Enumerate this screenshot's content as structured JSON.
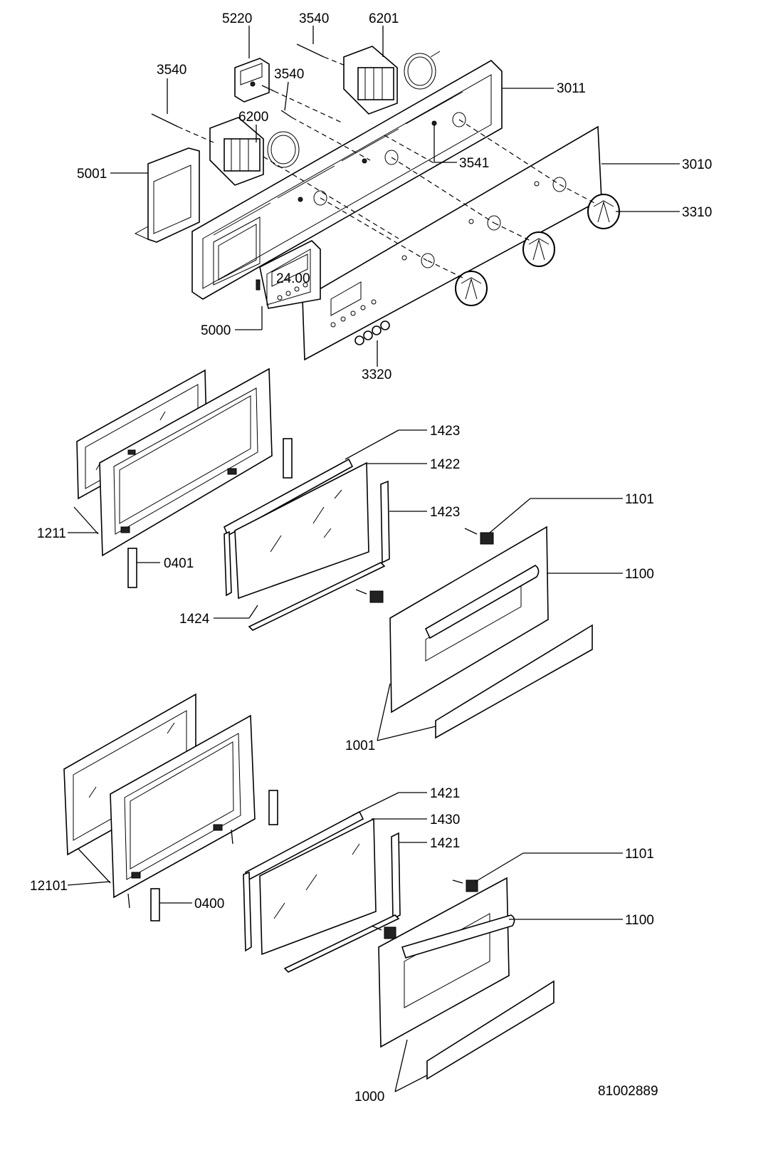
{
  "labels": {
    "p5220": "5220",
    "p3540_top": "3540",
    "p6201": "6201",
    "p3540_left": "3540",
    "p3540_mid": "3540",
    "p3011": "3011",
    "p6200": "6200",
    "p5001": "5001",
    "p3541": "3541",
    "p3010": "3010",
    "p3310": "3310",
    "p5000": "5000",
    "p3320": "3320",
    "p1423_top": "1423",
    "p1422": "1422",
    "p1423_mid": "1423",
    "p1101_top": "1101",
    "p1211": "1211",
    "p0401": "0401",
    "p1100_top": "1100",
    "p1424": "1424",
    "p1001": "1001",
    "p1421_top": "1421",
    "p1430": "1430",
    "p1421_mid": "1421",
    "p1101_bottom": "1101",
    "p12101": "12101",
    "p0400": "0400",
    "p1100_bottom": "1100",
    "p1000": "1000",
    "drawing_number": "81002889"
  },
  "display_value": "24.00"
}
